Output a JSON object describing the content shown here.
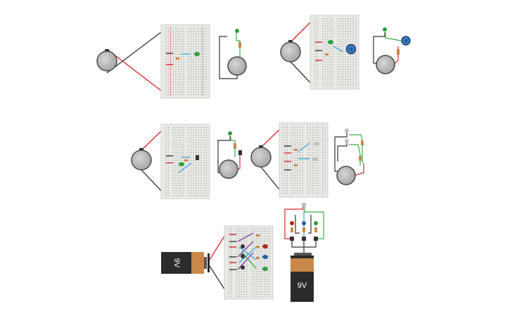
{
  "batteries": {
    "left_label": "9V",
    "bottom_label": "9V"
  },
  "colors": {
    "breadboard": "#e9e9e6",
    "breadboard_border": "#cfcfcb",
    "coin_cell": "#b9b9b9",
    "coin_cell_rim": "#4a4a4a",
    "wire_red": "#d8232a",
    "wire_black": "#333333",
    "wire_green": "#3cae49",
    "wire_blue": "#3fa9d6",
    "wire_purple": "#8e44ad",
    "led_green": "#2e9e3a",
    "led_red": "#b3261e",
    "led_blue": "#2160a8",
    "led_white": "#bdbdbd",
    "battery_body": "#2b2b2b",
    "battery_cap": "#c9884a",
    "knob_blue": "#3b78c4"
  },
  "circuits": [
    {
      "id": "c1",
      "component": "led-green",
      "power": "coin-cell"
    },
    {
      "id": "c2",
      "component": "led-green-potentiometer",
      "power": "coin-cell"
    },
    {
      "id": "c3",
      "component": "led-green-button",
      "power": "coin-cell"
    },
    {
      "id": "c4",
      "component": "two-leds-white",
      "power": "coin-cell"
    },
    {
      "id": "c5",
      "component": "three-leds-buttons",
      "power": "9V"
    }
  ]
}
